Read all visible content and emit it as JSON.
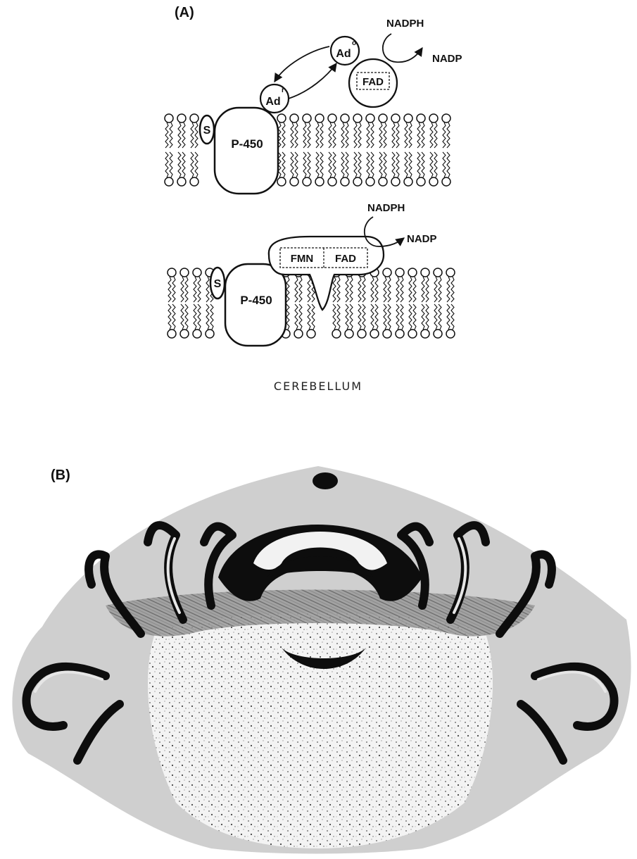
{
  "panel_a": {
    "label": "(A)",
    "top_diagram": {
      "nadph": "NADPH",
      "nadp": "NADP",
      "fad": "FAD",
      "adrenodoxin_oxidized": "Ad",
      "adrenodoxin_oxidized_sup": "o",
      "adrenodoxin_reduced": "Ad",
      "adrenodoxin_reduced_sup": "r",
      "substrate": "S",
      "p450": "P-450"
    },
    "bottom_diagram": {
      "nadph": "NADPH",
      "nadp": "NADP",
      "fmn": "FMN",
      "fad": "FAD",
      "substrate": "S",
      "p450": "P-450"
    }
  },
  "caption": "CEREBELLUM",
  "panel_b": {
    "label": "(B)"
  },
  "colors": {
    "ink": "#111111",
    "tissue_background": "#cfcfcf",
    "stain_dark": "#0d0d0d"
  }
}
